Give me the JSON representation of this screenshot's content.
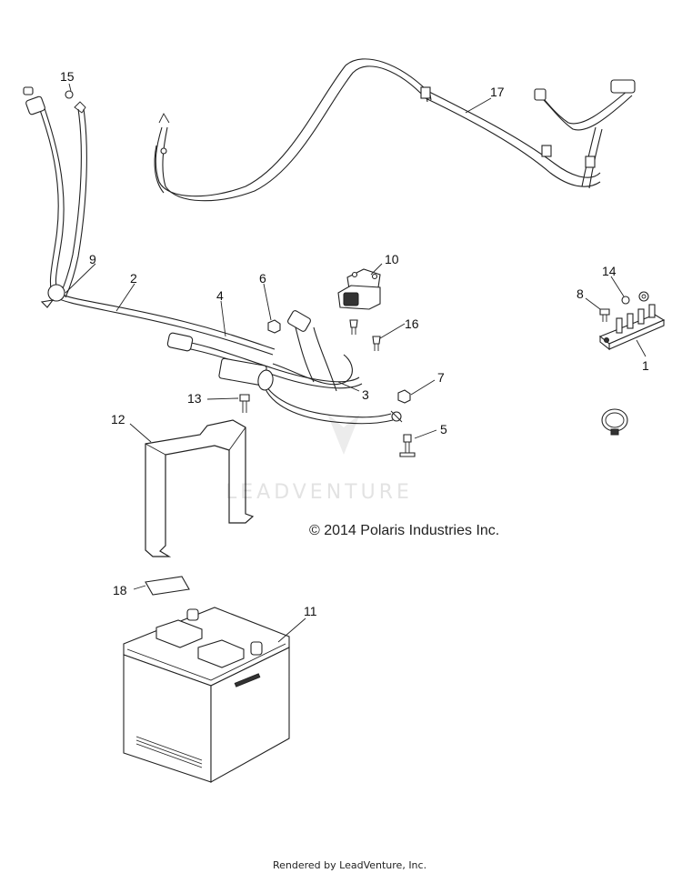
{
  "callouts": {
    "c1": "1",
    "c2": "2",
    "c3": "3",
    "c4": "4",
    "c5": "5",
    "c6": "6",
    "c7": "7",
    "c8": "8",
    "c9": "9",
    "c10": "10",
    "c11": "11",
    "c12": "12",
    "c13": "13",
    "c14": "14",
    "c15": "15",
    "c16": "16",
    "c17": "17",
    "c18": "18"
  },
  "copyright": "© 2014 Polaris Industries Inc.",
  "watermark": "LEADVENTURE",
  "footer": "Rendered by LeadVenture, Inc."
}
